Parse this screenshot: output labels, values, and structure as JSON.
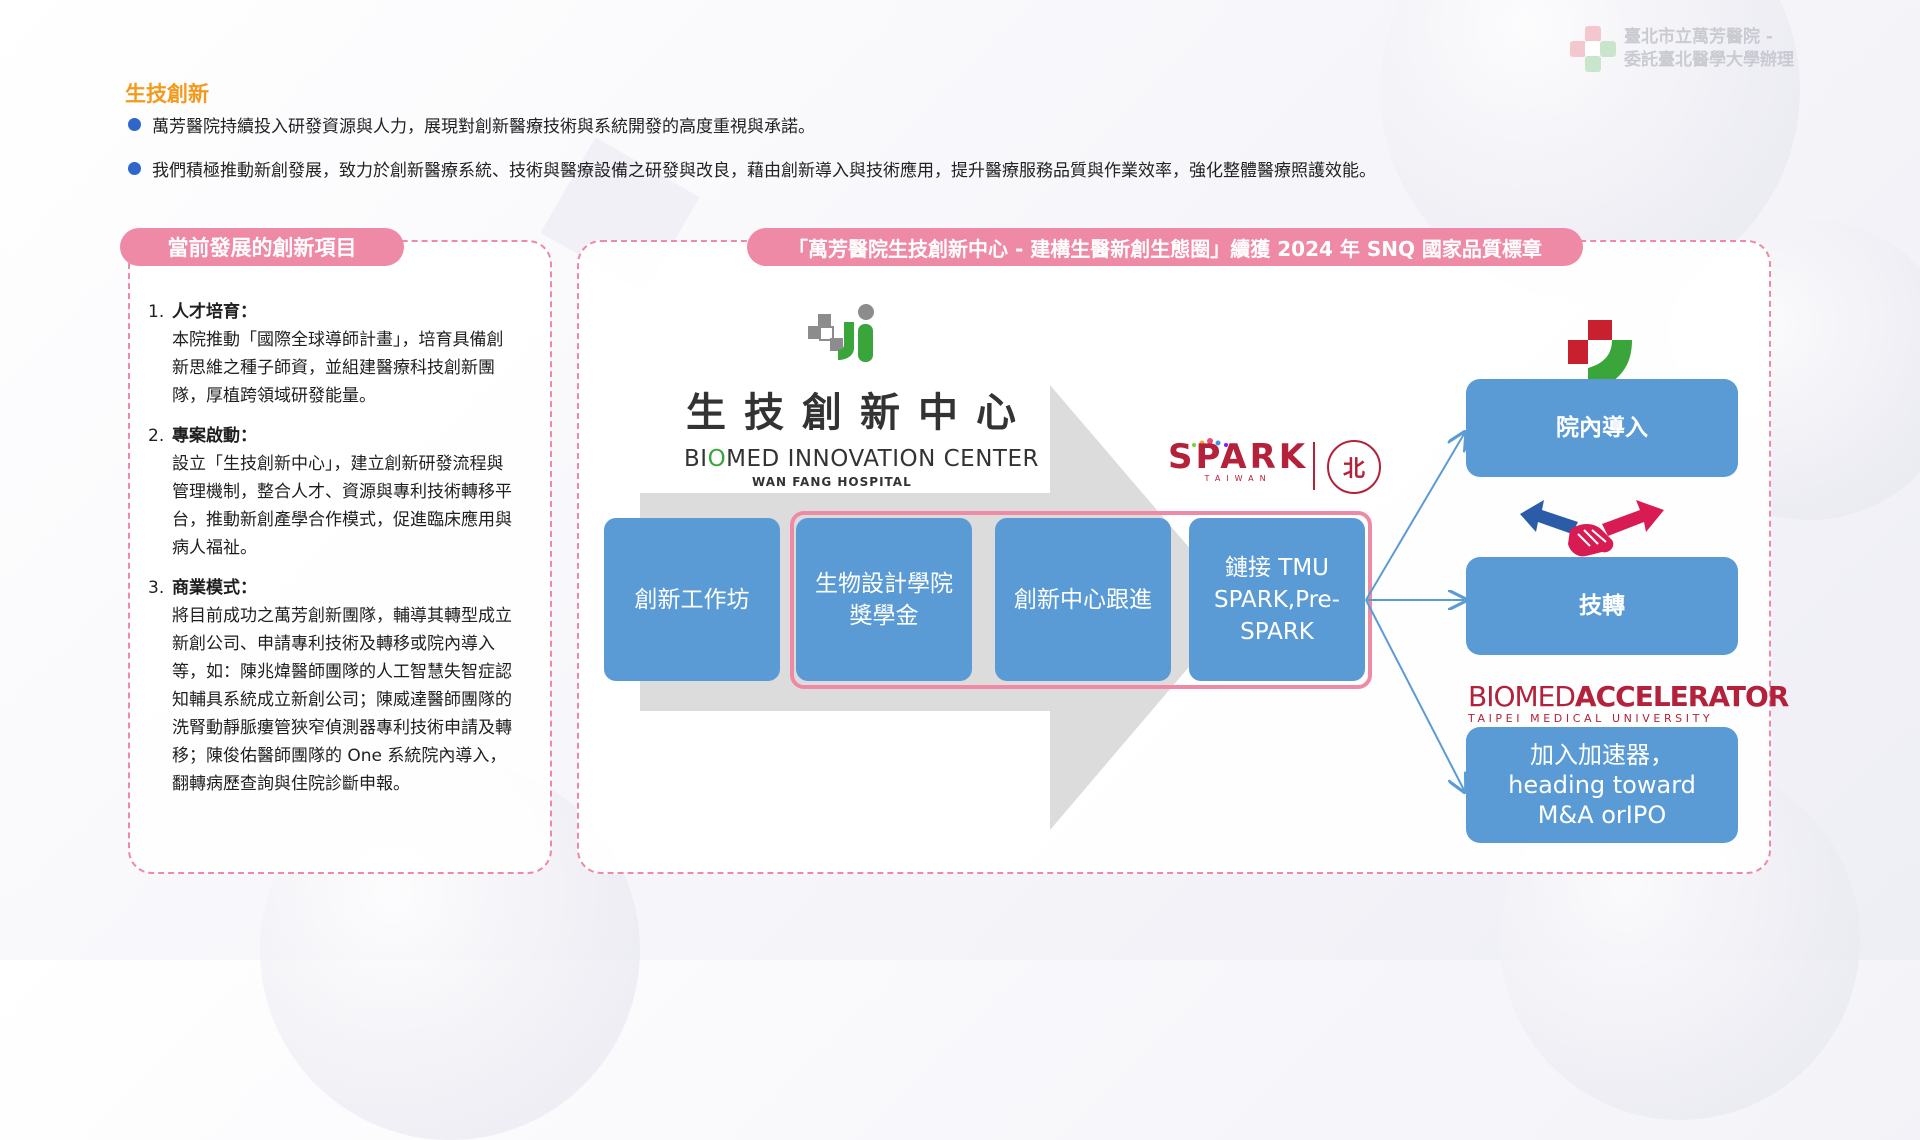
{
  "header": {
    "hospital_name_line1": "臺北市立萬芳醫院 -",
    "hospital_name_line2": "委託臺北醫學大學辦理"
  },
  "section_title": "生技創新",
  "bullets": [
    "萬芳醫院持續投入研發資源與人力，展現對創新醫療技術與系統開發的高度重視與承諾。",
    "我們積極推動新創發展，致力於創新醫療系統、技術與醫療設備之研發與改良，藉由創新導入與技術應用，提升醫療服務品質與作業效率，強化整體醫療照護效能。"
  ],
  "left_panel": {
    "title": "當前發展的創新項目",
    "items": [
      {
        "num": "1.",
        "head": "人才培育：",
        "text": "本院推動「國際全球導師計畫」，培育具備創新思維之種子師資，並組建醫療科技創新團隊，厚植跨領域研發能量。"
      },
      {
        "num": "2.",
        "head": "專案啟動：",
        "text": "設立「生技創新中心」，建立創新研發流程與管理機制，整合人才、資源與專利技術轉移平台，推動新創產學合作模式，促進臨床應用與病人福祉。"
      },
      {
        "num": "3.",
        "head": "商業模式：",
        "text": "將目前成功之萬芳創新團隊，輔導其轉型成立新創公司、申請專利技術及轉移或院內導入等，如：陳兆煒醫師團隊的人工智慧失智症認知輔具系統成立新創公司；陳威達醫師團隊的洗腎動靜脈瘻管狹窄偵測器專利技術申請及轉移；陳俊佑醫師團隊的 One 系統院內導入，翻轉病歷查詢與住院診斷申報。"
      }
    ]
  },
  "right_panel": {
    "title": "「萬芳醫院生技創新中心 - 建構生醫新創生態圈」續獲 2024 年 SNQ 國家品質標章",
    "center_cn": "生技創新中心",
    "center_en_prefix": "BI",
    "center_en_o": "O",
    "center_en_suffix": "MED INNOVATION CENTER",
    "center_sub": "WAN FANG HOSPITAL",
    "spark_word": "SPARK",
    "spark_sub": "TAIWAN",
    "seal_char": "北",
    "steps": [
      "創新工作坊",
      "生物設計學院\n獎學金",
      "創新中心跟進",
      "鏈接 TMU\nSPARK,Pre-\nSPARK"
    ],
    "outcomes": [
      "院內導入",
      "技轉",
      "加入加速器，\nheading toward\nM&A orIPO"
    ],
    "accelerator_a": "BIOMED",
    "accelerator_b": "ACCELERATOR",
    "accelerator_sub": "TAIPEI MEDICAL UNIVERSITY"
  },
  "colors": {
    "accent_orange": "#f39a1d",
    "pink": "#ef8aa6",
    "box_blue": "#5b9bd5",
    "bullet_blue": "#2f66c9",
    "brand_red": "#b3213a",
    "green": "#3aa53a"
  },
  "icons": [
    "hospital-logo-icon",
    "bic-logo-icon",
    "hospital-cross-icon",
    "handshake-icon",
    "tmu-seal-icon"
  ]
}
